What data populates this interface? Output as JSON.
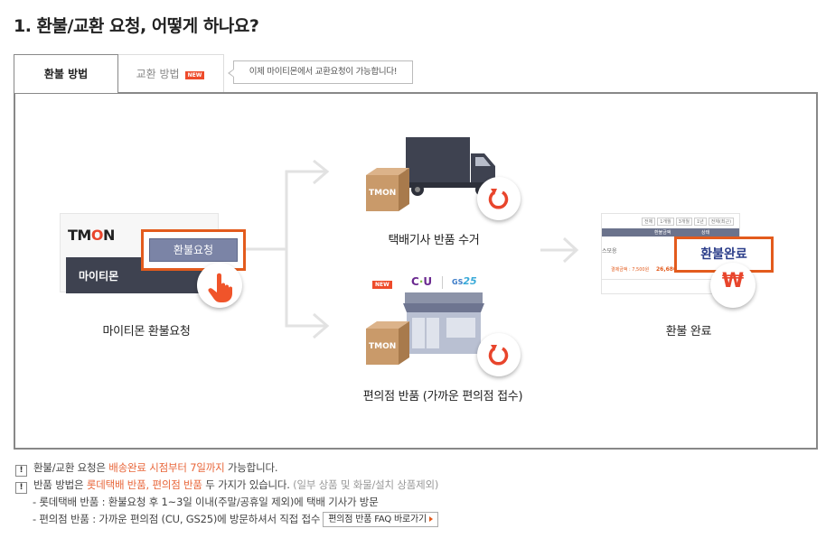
{
  "page_title": "1. 환불/교환 요청, 어떻게 하나요?",
  "tabs": [
    {
      "label": "환불 방법",
      "active": true
    },
    {
      "label": "교환 방법",
      "badge": "NEW",
      "active": false
    }
  ],
  "tab_tip": "이제 마이티몬에서 교환요청이 가능합니다!",
  "steps": {
    "mytimon": {
      "logo_t": "TM",
      "logo_o": "O",
      "logo_n": "N",
      "bar_label": "마이티몬",
      "button_label": "환불요청",
      "caption": "마이티몬 환불요청"
    },
    "courier": {
      "box_logo": "TMON",
      "caption": "택배기사 반품 수거"
    },
    "store": {
      "new_badge": "NEW",
      "box_logo": "TMON",
      "brand_cu_c": "C",
      "brand_cu_u": "U",
      "brand_gs": "GS",
      "brand_gs_num": "25",
      "caption": "편의점 반품 (가까운 편의점 접수)"
    },
    "done": {
      "badge_label": "환불완료",
      "won_symbol": "₩",
      "caption": "환불 완료",
      "mini_tabs": [
        "전체",
        "1개월",
        "3개월",
        "1년",
        "전체(최근)"
      ],
      "mini_headers": [
        "환불금액",
        "상태"
      ],
      "mini_text": "스모응",
      "mini_amount": "26,680원",
      "mini_sub": "결제금액 : 7,500원"
    }
  },
  "notes": {
    "line1_pre": "환불/교환 요청은 ",
    "line1_hl": "배송완료 시점부터 7일까지",
    "line1_post": " 가능합니다.",
    "line2_pre": "반품 방법은 ",
    "line2_hl": "롯데택배 반품, 편의점 반품",
    "line2_mid": " 두 가지가 있습니다. ",
    "line2_gray": "(일부 상품 및 화물/설치 상품제외)",
    "sub1": "- 롯데택배 반품 : 환불요청 후 1~3일 이내(주말/공휴일 제외)에 택배 기사가 방문",
    "sub2": "- 편의점 반품 : 가까운 편의점 (CU, GS25)에 방문하셔서 직접 접수",
    "faq_button": "편의점 반품 FAQ 바로가기",
    "warn_mark": "!"
  },
  "colors": {
    "accent": "#e35b1d",
    "highlight": "#e8663a",
    "mytimon_bar": "#3e4250",
    "request_button": "#7b84a6",
    "truck": "#3e4250",
    "box": "#c99a6a"
  }
}
